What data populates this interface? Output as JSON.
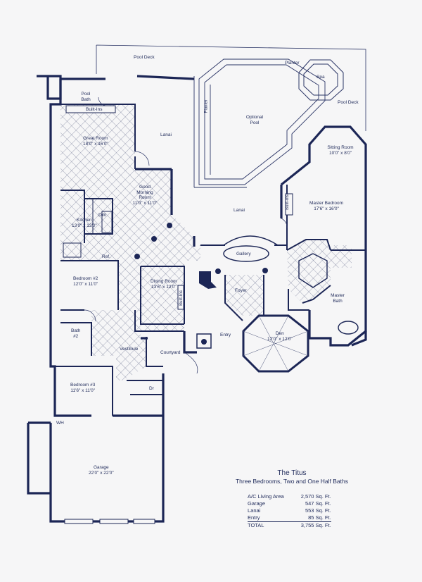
{
  "rooms": {
    "pool_deck_top": "Pool Deck",
    "planter_top": "Planter",
    "spa": "Spa",
    "pool_deck_right": "Pool Deck",
    "planter_left": "Planter",
    "optional_pool": "Optional Pool",
    "pool_bath": "Pool Bath",
    "built_ins_top": "Built-Ins",
    "great_room": {
      "name": "Great Room",
      "dims": "18'0\" x 16'0\""
    },
    "lanai_left": "Lanai",
    "sitting_room": {
      "name": "Sitting Room",
      "dims": "10'0\" x 8'0\""
    },
    "good_morning": {
      "name": "Good Morning Room",
      "dims": "11'0\" x 11'0\""
    },
    "master_bedroom": {
      "name": "Master Bedroom",
      "dims": "17'6\" x 16'0\""
    },
    "built_ins_master": "Built-Ins",
    "lanai_center": "Lanai",
    "kitchen": {
      "name": "Kitchen",
      "dims": "13'0\" x 13'0\""
    },
    "gallery": "Gallery",
    "ref": "Ref.",
    "dw": "DW",
    "dining_room": {
      "name": "Dining Room",
      "dims": "13'6\" x 12'0\""
    },
    "bedroom2": {
      "name": "Bedroom #2",
      "dims": "12'0\" x 11'0\""
    },
    "foyer": "Foyer",
    "built_ins_dining": "Built-Ins",
    "master_bath": {
      "name": "Master Bath"
    },
    "bath2": {
      "name": "Bath",
      "num": "#2"
    },
    "den": {
      "name": "Den",
      "dims": "12'0\" x 12'0\""
    },
    "entry": "Entry",
    "vestibule": "Vestibule",
    "courtyard": "Courtyard",
    "bedroom3": {
      "name": "Bedroom #3",
      "dims": "11'6\" x 11'0\""
    },
    "wh": "WH",
    "dr": "Dr",
    "garage": {
      "name": "Garage",
      "dims": "22'0\" x 22'0\""
    }
  },
  "info": {
    "title": "The Titus",
    "subtitle": "Three Bedrooms, Two and One Half Baths",
    "rows": [
      {
        "label": "A/C Living Area",
        "value": "2,570 Sq. Ft."
      },
      {
        "label": "Garage",
        "value": "547 Sq. Ft."
      },
      {
        "label": "Lanai",
        "value": "553 Sq. Ft."
      },
      {
        "label": "Entry",
        "value": "85 Sq. Ft."
      },
      {
        "label": "TOTAL",
        "value": "3,755 Sq. Ft."
      }
    ]
  }
}
